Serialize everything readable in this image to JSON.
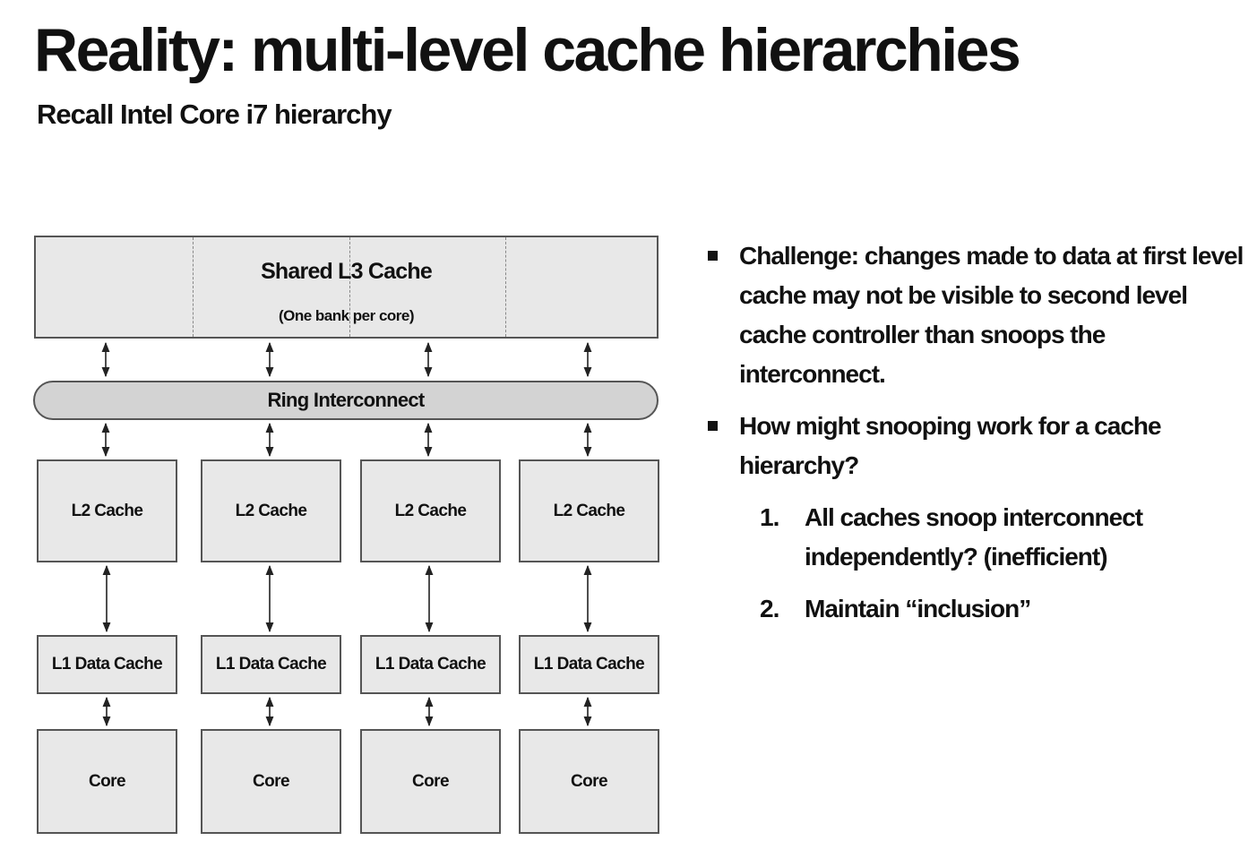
{
  "slide": {
    "title": "Reality: multi-level cache hierarchies",
    "subtitle": "Recall Intel Core i7 hierarchy"
  },
  "diagram": {
    "l3": {
      "label": "Shared L3 Cache",
      "sublabel": "(One bank per core)"
    },
    "ring_label": "Ring Interconnect",
    "columns": [
      {
        "l2": "L2 Cache",
        "l1": "L1 Data Cache",
        "core": "Core"
      },
      {
        "l2": "L2 Cache",
        "l1": "L1 Data Cache",
        "core": "Core"
      },
      {
        "l2": "L2 Cache",
        "l1": "L1 Data Cache",
        "core": "Core"
      },
      {
        "l2": "L2 Cache",
        "l1": "L1 Data Cache",
        "core": "Core"
      }
    ]
  },
  "bullets": [
    {
      "text": "Challenge: changes made to data at first level cache may not be visible to second level cache controller than snoops the interconnect."
    },
    {
      "text": "How might snooping work for a cache hierarchy?",
      "subitems": [
        {
          "num": "1.",
          "text": "All caches snoop interconnect independently? (inefficient)"
        },
        {
          "num": "2.",
          "text": "Maintain “inclusion”"
        }
      ]
    }
  ]
}
